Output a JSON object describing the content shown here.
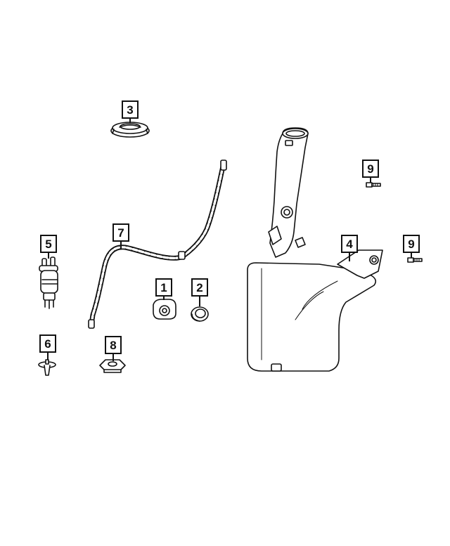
{
  "callouts": {
    "c1": "1",
    "c2": "2",
    "c3": "3",
    "c4": "4",
    "c5": "5",
    "c6": "6",
    "c7": "7",
    "c8": "8",
    "c9a": "9",
    "c9b": "9"
  },
  "parts": [
    {
      "ref": "1",
      "icon": "grommet-nut-icon"
    },
    {
      "ref": "2",
      "icon": "grommet-ring-icon"
    },
    {
      "ref": "3",
      "icon": "filler-cap-seal-icon"
    },
    {
      "ref": "4",
      "icon": "washer-reservoir-icon"
    },
    {
      "ref": "5",
      "icon": "washer-pump-icon"
    },
    {
      "ref": "6",
      "icon": "push-pin-fastener-icon"
    },
    {
      "ref": "7",
      "icon": "washer-hose-icon"
    },
    {
      "ref": "8",
      "icon": "u-nut-clip-icon"
    },
    {
      "ref": "9",
      "icon": "bolt-icon"
    }
  ]
}
